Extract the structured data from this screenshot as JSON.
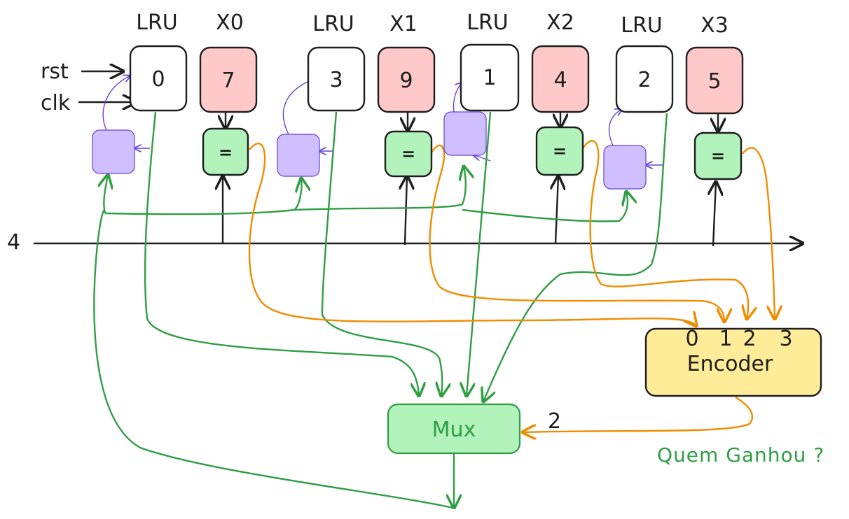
{
  "inputs": {
    "rst": "rst",
    "clk": "clk",
    "bus_value": "4"
  },
  "cells": [
    {
      "lru_label": "LRU",
      "lru_value": "0",
      "x_label": "X0",
      "x_value": "7",
      "comparator": "="
    },
    {
      "lru_label": "LRU",
      "lru_value": "3",
      "x_label": "X1",
      "x_value": "9",
      "comparator": "="
    },
    {
      "lru_label": "LRU",
      "lru_value": "1",
      "x_label": "X2",
      "x_value": "4",
      "comparator": "="
    },
    {
      "lru_label": "LRU",
      "lru_value": "2",
      "x_label": "X3",
      "x_value": "5",
      "comparator": "="
    }
  ],
  "encoder": {
    "label": "Encoder",
    "inputs": [
      "0",
      "1",
      "2",
      "3"
    ]
  },
  "mux": {
    "label": "Mux",
    "select_value": "2"
  },
  "question": "Quem Ganhou ?",
  "colors": {
    "register_fill": "#ffffff",
    "x_register_fill": "#ffc9c9",
    "comparator_fill": "#b2f2bb",
    "update_fill": "#d0bfff",
    "encoder_fill": "#ffec99",
    "mux_fill": "#b2f2bb",
    "green_wire": "#2f9e44",
    "orange_wire": "#f08c00",
    "purple_wire": "#6741d9",
    "ink": "#1e1e1e"
  }
}
